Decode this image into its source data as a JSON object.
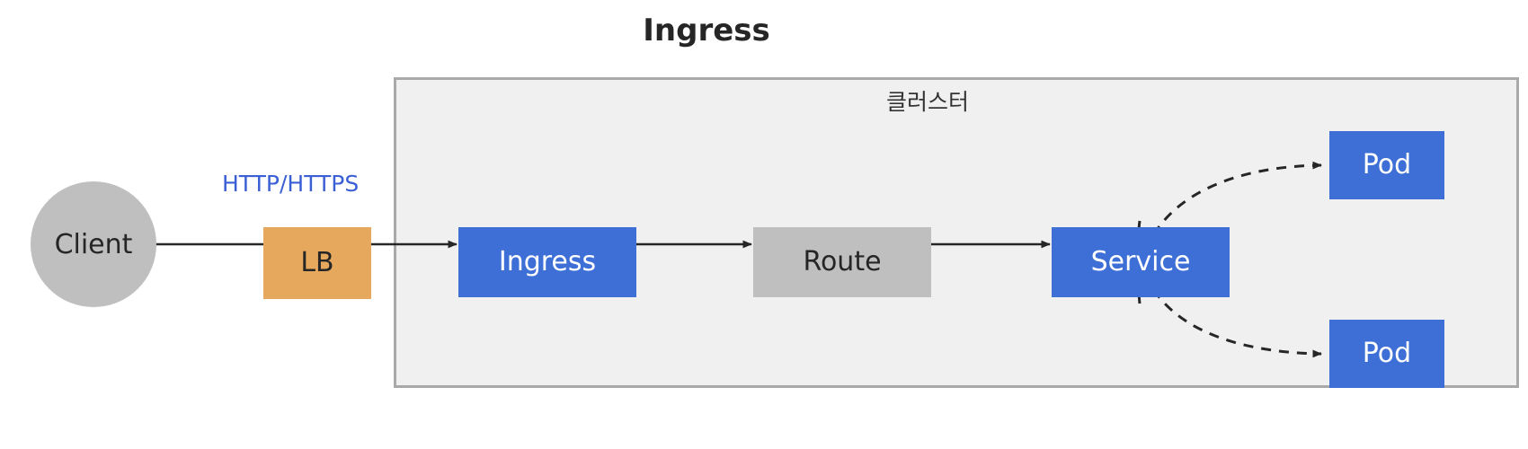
{
  "title": "Ingress",
  "cluster": {
    "label": "클러스터",
    "border_color": "#a9a9a9",
    "fill_color": "#f0f0f0"
  },
  "nodes": [
    {
      "id": "client",
      "label": "Client",
      "shape": "circle",
      "color": "#bfbfbf",
      "text_color": "#262626"
    },
    {
      "id": "lb",
      "label": "LB",
      "shape": "rect",
      "color": "#e5a85c",
      "text_color": "#262626"
    },
    {
      "id": "ingress",
      "label": "Ingress",
      "shape": "rect",
      "color": "#3d6fd6",
      "text_color": "#ffffff"
    },
    {
      "id": "route",
      "label": "Route",
      "shape": "rect",
      "color": "#bfbfbf",
      "text_color": "#262626"
    },
    {
      "id": "service",
      "label": "Service",
      "shape": "rect",
      "color": "#3d6fd6",
      "text_color": "#ffffff"
    },
    {
      "id": "pod_top",
      "label": "Pod",
      "shape": "rect",
      "color": "#3d6fd6",
      "text_color": "#ffffff"
    },
    {
      "id": "pod_bot",
      "label": "Pod",
      "shape": "rect",
      "color": "#3d6fd6",
      "text_color": "#ffffff"
    }
  ],
  "edges": [
    {
      "from": "client",
      "to": "lb",
      "label": "HTTP/HTTPS",
      "label_color": "#3b5fd4",
      "style": "solid",
      "arrow": false
    },
    {
      "from": "lb",
      "to": "ingress",
      "label": "",
      "style": "solid",
      "arrow": true
    },
    {
      "from": "ingress",
      "to": "route",
      "label": "",
      "style": "solid",
      "arrow": true
    },
    {
      "from": "route",
      "to": "service",
      "label": "",
      "style": "solid",
      "arrow": true
    },
    {
      "from": "service",
      "to": "pod_top",
      "label": "",
      "style": "dashed",
      "arrow": true
    },
    {
      "from": "service",
      "to": "pod_bot",
      "label": "",
      "style": "dashed",
      "arrow": true
    }
  ],
  "colors": {
    "blue": "#3d6fd6",
    "gray": "#bfbfbf",
    "orange": "#e5a85c",
    "line": "#262626",
    "background": "#ffffff"
  }
}
